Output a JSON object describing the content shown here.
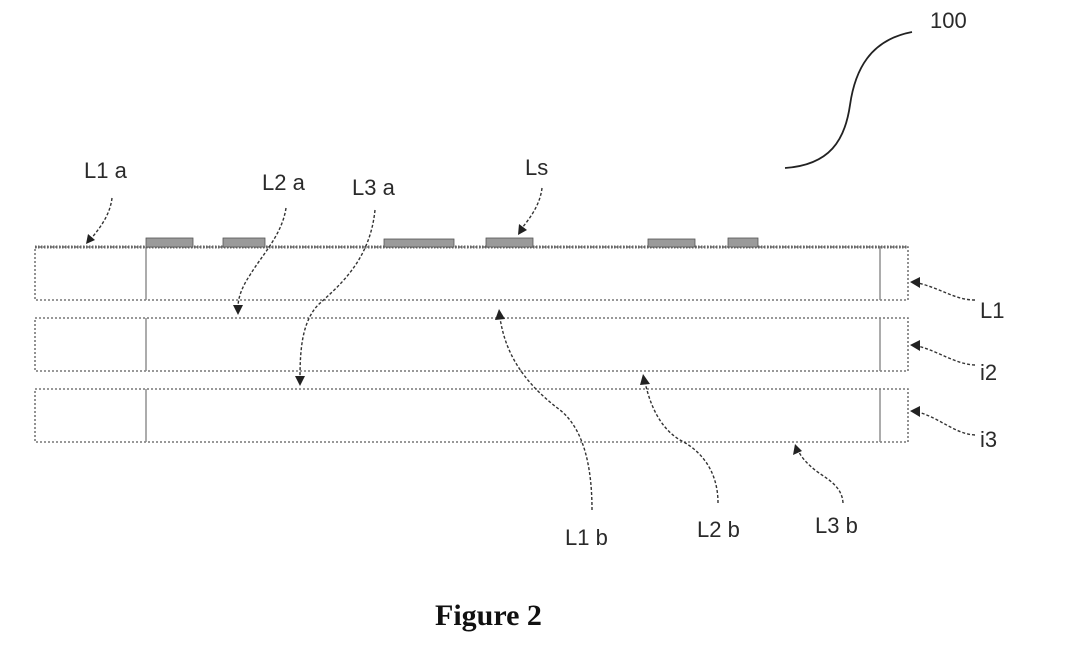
{
  "figure": {
    "reference_numeral": "100",
    "caption": "Figure 2"
  },
  "labels": {
    "L1a": "L1 a",
    "L2a": "L2 a",
    "L3a": "L3 a",
    "Ls": "Ls",
    "L1": "L1",
    "L2": "i2",
    "L3": "i3",
    "L1b": "L1 b",
    "L2b": "L2 b",
    "L3b": "L3 b"
  },
  "colors": {
    "line": "#777777",
    "pad": "#9a9a9a",
    "text": "#2a2a2a"
  }
}
